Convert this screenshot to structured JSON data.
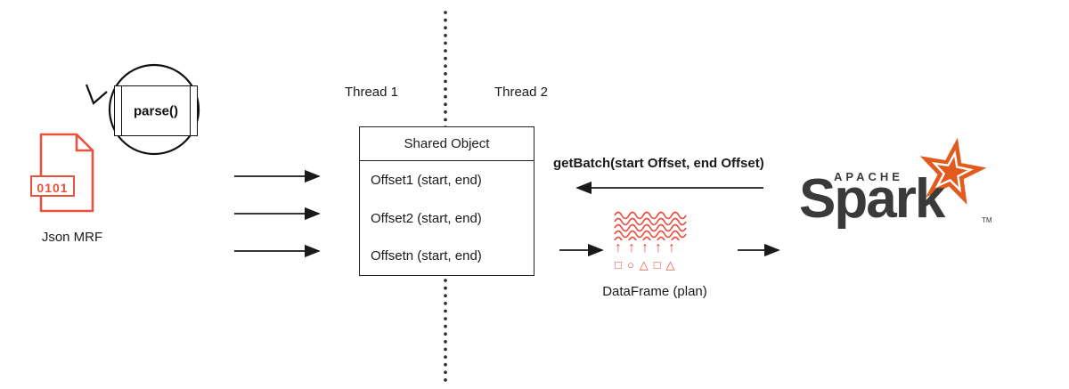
{
  "diagram": {
    "threads": {
      "thread1": "Thread 1",
      "thread2": "Thread 2"
    },
    "file": {
      "icon_text": "0101",
      "label": "Json MRF"
    },
    "parse_loop": {
      "label": "parse()"
    },
    "shared_object": {
      "title": "Shared Object",
      "rows": [
        "Offset1 (start, end)",
        "Offset2 (start, end)",
        "Offsetn (start, end)"
      ]
    },
    "getbatch_label": "getBatch(start Offset, end Offset)",
    "dataframe": {
      "label": "DataFrame (plan)",
      "arrows_glyphs": "↑↑↑↑↑",
      "shapes_glyphs": "□○△□△"
    },
    "spark": {
      "apache": "APACHE",
      "name": "Spark",
      "tm": "TM"
    },
    "colors": {
      "accent_red": "#e8503f",
      "spark_orange": "#e25a1c",
      "spark_text": "#3a3a3a",
      "line_black": "#1a1a1a"
    }
  }
}
